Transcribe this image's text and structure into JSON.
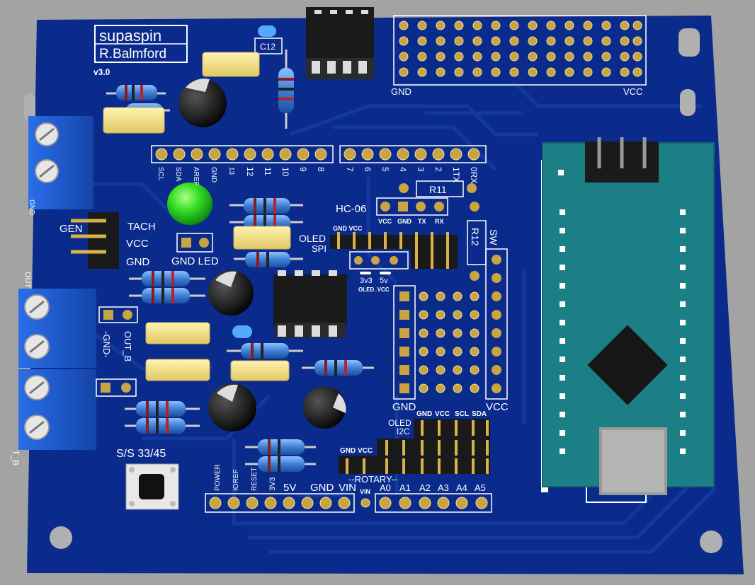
{
  "colors": {
    "background": "#a3a3a3",
    "board": "#0a2a8c",
    "trace": "#13399e",
    "silkscreen": "#ffffff",
    "pad": "#c9a443",
    "resistor_body": "#3d7fd6",
    "capacitor_yellow": "#f1df8a",
    "terminal_blue": "#1f5fd0",
    "mcu_board": "#1d7f86",
    "led_green": "#33dd22"
  },
  "labels": {
    "brand_title": "supaspin",
    "brand_author": "R.Balmford",
    "version": "v3.0",
    "c12": "C12",
    "gnd_top": "GND",
    "vcc_top": "VCC",
    "gnd_left": "GND",
    "gen": "GEN",
    "tach": "TACH",
    "vcc_left": "VCC",
    "gnd_left2": "GND",
    "gnd_led": "GND LED",
    "hc06": "HC-06",
    "r11": "R11",
    "r12": "R12",
    "sw": "SW",
    "oled": "OLED",
    "spi": "SPI",
    "gnd_vcc_spi": "GND VCC",
    "v3v3": "3v3",
    "v5v": "5v",
    "oled_vcc": "OLED_VCC",
    "out_b_top": "OUT_B",
    "gnd_mid": "-GND-",
    "out_left": "OUT",
    "t_b": "T_B",
    "gnd_grid": "GND",
    "vcc_grid": "VCC",
    "oled_i2c_1": "OLED",
    "oled_i2c_2": "I2C",
    "i2c_gnd": "GND",
    "i2c_vcc": "VCC",
    "i2c_scl": "SCL",
    "i2c_sda": "SDA",
    "rot_gnd_vcc": "GND VCC",
    "rotary": "--ROTARY--",
    "ss": "S/S 33/45",
    "power": "POWER",
    "ioref": "IOREF",
    "reset": "RESET",
    "p3v3": "3V3",
    "p5v": "5V",
    "pgnd": "GND",
    "pvin": "VIN",
    "pvin2": "VIN",
    "a0": "A0",
    "a1": "A1",
    "a2": "A2",
    "a3": "A3",
    "a4": "A4",
    "a5": "A5"
  },
  "header_top_left": [
    "SCL",
    "SDA",
    "AREF",
    "GND",
    "13",
    "12",
    "11",
    "10",
    "9",
    "8"
  ],
  "header_top_right": [
    "7",
    "6",
    "5",
    "4",
    "3",
    "2",
    "1TX",
    "0RX"
  ],
  "hc06_pins": [
    "VCC",
    "GND",
    "TX",
    "RX"
  ]
}
